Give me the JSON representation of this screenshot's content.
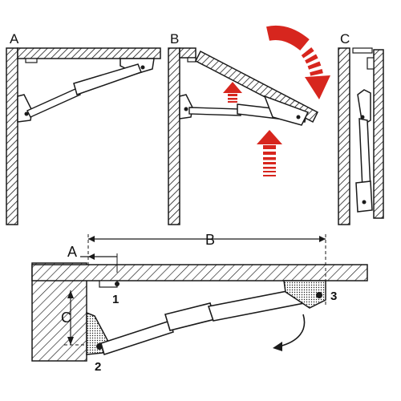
{
  "panels": {
    "a": {
      "label": "A"
    },
    "b": {
      "label": "B"
    },
    "c": {
      "label": "C"
    }
  },
  "detail": {
    "dim_a": "A",
    "dim_b": "B",
    "dim_c": "C",
    "point_1": "1",
    "point_2": "2",
    "point_3": "3"
  },
  "colors": {
    "ink": "#1a1a1a",
    "arrow_red": "#d7261e",
    "fill_light": "#ffffff"
  }
}
